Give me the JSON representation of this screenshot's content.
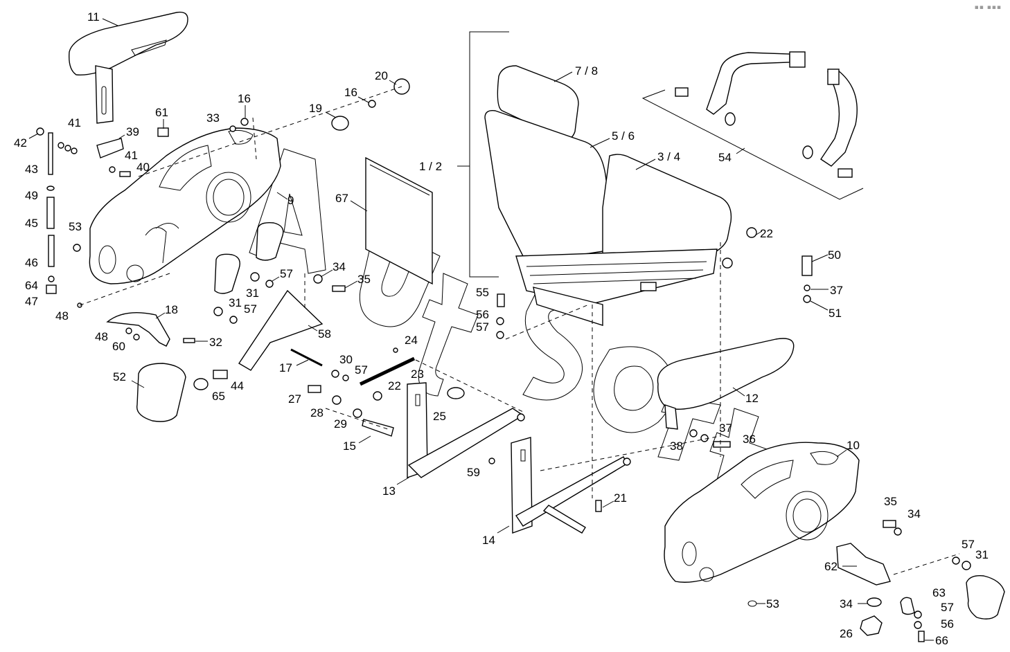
{
  "diagram": {
    "title": "Operator seat assembly - exploded parts view",
    "watermark": "AutoSoft",
    "corner_indicator": "▪▪ ▪▪▪",
    "callouts": [
      {
        "id": "c11",
        "label": "11",
        "part": "armrest-left"
      },
      {
        "id": "c42",
        "label": "42"
      },
      {
        "id": "c41a",
        "label": "41"
      },
      {
        "id": "c39",
        "label": "39"
      },
      {
        "id": "c41b",
        "label": "41"
      },
      {
        "id": "c40",
        "label": "40"
      },
      {
        "id": "c43",
        "label": "43"
      },
      {
        "id": "c49",
        "label": "49"
      },
      {
        "id": "c45",
        "label": "45"
      },
      {
        "id": "c53a",
        "label": "53"
      },
      {
        "id": "c46",
        "label": "46"
      },
      {
        "id": "c64",
        "label": "64"
      },
      {
        "id": "c47",
        "label": "47"
      },
      {
        "id": "c48a",
        "label": "48"
      },
      {
        "id": "c18",
        "label": "18"
      },
      {
        "id": "c48b",
        "label": "48"
      },
      {
        "id": "c60",
        "label": "60"
      },
      {
        "id": "c32",
        "label": "32"
      },
      {
        "id": "c52",
        "label": "52"
      },
      {
        "id": "c61",
        "label": "61"
      },
      {
        "id": "c33",
        "label": "33"
      },
      {
        "id": "c16a",
        "label": "16"
      },
      {
        "id": "c19",
        "label": "19"
      },
      {
        "id": "c16b",
        "label": "16"
      },
      {
        "id": "c20",
        "label": "20"
      },
      {
        "id": "c9",
        "label": "9",
        "part": "console-left"
      },
      {
        "id": "c67",
        "label": "67"
      },
      {
        "id": "c12v",
        "label": "1 / 2",
        "part": "seat-complete"
      },
      {
        "id": "c78",
        "label": "7 / 8",
        "part": "headrest"
      },
      {
        "id": "c56s",
        "label": "5 / 6",
        "part": "backrest"
      },
      {
        "id": "c34s",
        "label": "3 / 4",
        "part": "cushion"
      },
      {
        "id": "c54",
        "label": "54",
        "part": "seat-belt"
      },
      {
        "id": "c22a",
        "label": "22"
      },
      {
        "id": "c50",
        "label": "50"
      },
      {
        "id": "c37a",
        "label": "37"
      },
      {
        "id": "c51",
        "label": "51"
      },
      {
        "id": "c31a",
        "label": "31"
      },
      {
        "id": "c57a",
        "label": "57"
      },
      {
        "id": "c31b",
        "label": "31"
      },
      {
        "id": "c57b",
        "label": "57"
      },
      {
        "id": "c58",
        "label": "58"
      },
      {
        "id": "c34a",
        "label": "34"
      },
      {
        "id": "c35a",
        "label": "35"
      },
      {
        "id": "c55",
        "label": "55"
      },
      {
        "id": "c56a",
        "label": "56"
      },
      {
        "id": "c57c",
        "label": "57"
      },
      {
        "id": "c17",
        "label": "17"
      },
      {
        "id": "c44",
        "label": "44"
      },
      {
        "id": "c65",
        "label": "65"
      },
      {
        "id": "c30",
        "label": "30"
      },
      {
        "id": "c57d",
        "label": "57"
      },
      {
        "id": "c24",
        "label": "24"
      },
      {
        "id": "c23",
        "label": "23"
      },
      {
        "id": "c22b",
        "label": "22"
      },
      {
        "id": "c27",
        "label": "27"
      },
      {
        "id": "c28",
        "label": "28"
      },
      {
        "id": "c29",
        "label": "29"
      },
      {
        "id": "c25",
        "label": "25"
      },
      {
        "id": "c15",
        "label": "15"
      },
      {
        "id": "c13",
        "label": "13",
        "part": "bracket"
      },
      {
        "id": "c59",
        "label": "59"
      },
      {
        "id": "c14",
        "label": "14",
        "part": "bracket"
      },
      {
        "id": "c21",
        "label": "21"
      },
      {
        "id": "c12",
        "label": "12",
        "part": "armrest-right"
      },
      {
        "id": "c38",
        "label": "38"
      },
      {
        "id": "c37b",
        "label": "37"
      },
      {
        "id": "c36",
        "label": "36"
      },
      {
        "id": "c10",
        "label": "10",
        "part": "console-right"
      },
      {
        "id": "c35b",
        "label": "35"
      },
      {
        "id": "c34b",
        "label": "34"
      },
      {
        "id": "c62",
        "label": "62"
      },
      {
        "id": "c57e",
        "label": "57"
      },
      {
        "id": "c31c",
        "label": "31"
      },
      {
        "id": "c63",
        "label": "63"
      },
      {
        "id": "c34c",
        "label": "34"
      },
      {
        "id": "c57f",
        "label": "57"
      },
      {
        "id": "c56b",
        "label": "56"
      },
      {
        "id": "c53b",
        "label": "53"
      },
      {
        "id": "c26",
        "label": "26"
      },
      {
        "id": "c66",
        "label": "66"
      }
    ]
  }
}
